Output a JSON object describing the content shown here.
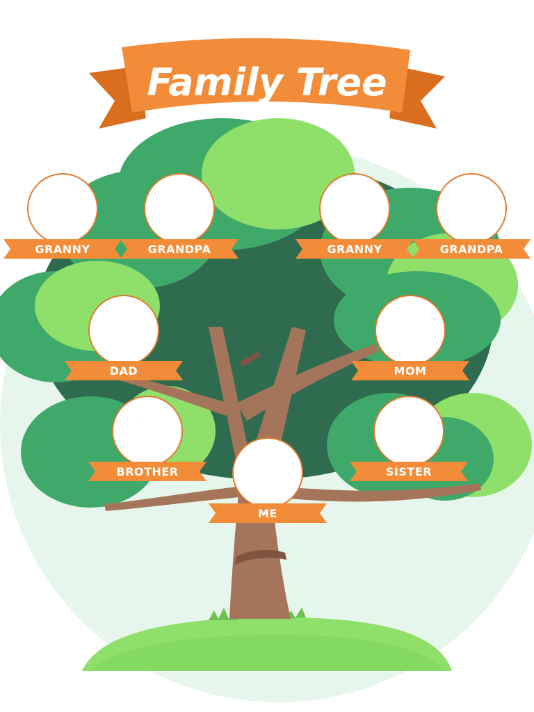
{
  "title": "Family Tree",
  "colors": {
    "ribbon": "#F28C38",
    "ribbon_dark": "#D86E1E",
    "ribbon_shadow": "#C85E14",
    "frame_border": "#E07A2C",
    "photo_fill": "#FFFFFF",
    "leaf_dark": "#2F6B4F",
    "leaf_mid": "#3FA96A",
    "leaf_light": "#8EE06A",
    "trunk": "#A4755A",
    "trunk_dark": "#7E5540",
    "grass": "#8EE06A",
    "background_circle": "#E6F6EC"
  },
  "members": [
    {
      "label": "GRANNY"
    },
    {
      "label": "GRANDPA"
    },
    {
      "label": "GRANNY"
    },
    {
      "label": "GRANDPA"
    },
    {
      "label": "DAD"
    },
    {
      "label": "MOM"
    },
    {
      "label": "BROTHER"
    },
    {
      "label": "SISTER"
    },
    {
      "label": "ME"
    }
  ]
}
